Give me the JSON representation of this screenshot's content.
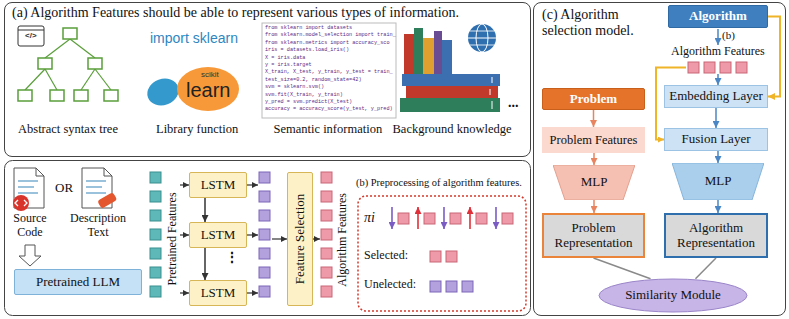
{
  "diagram": {
    "nodes": [
      {
        "text": [
          "(a) Algorithm Features should be able to represent various types of information."
        ]
      },
      {
        "text": [
          "Pretrained LLM"
        ]
      },
      {
        "text": [
          "LSTM"
        ]
      },
      {
        "text": [
          "LSTM"
        ]
      },
      {
        "text": [
          "LSTM"
        ]
      },
      {
        "text": [
          "Feature Selection"
        ]
      },
      {
        "text": [
          "(b) Preprocessing of algorithm features."
        ]
      },
      {
        "text": [
          "(c) Algorithm selection model."
        ]
      },
      {
        "text": [
          "Problem"
        ],
        "in": 7
      },
      {
        "text": [
          "Problem Features"
        ],
        "in": 7
      },
      {
        "text": [
          "MLP"
        ],
        "in": 7
      },
      {
        "text": [
          "Problem Representation"
        ],
        "in": 7
      },
      {
        "text": [
          "Algorithm"
        ],
        "in": 7
      },
      {
        "text": [
          "Embedding Layer"
        ],
        "in": 7
      },
      {
        "text": [
          "Fusion Layer"
        ],
        "in": 7
      },
      {
        "text": [
          "MLP"
        ],
        "in": 7
      },
      {
        "text": [
          "Algorithm Representation"
        ],
        "in": 7
      },
      {
        "text": [
          "Similarity Module"
        ],
        "in": 7
      }
    ],
    "edges": [
      {
        "from": 2,
        "to": 3,
        "arrow": "to"
      },
      {
        "from": 3,
        "to": 4,
        "arrow": "to"
      },
      {
        "from": 8,
        "to": 9,
        "arrow": "to"
      },
      {
        "from": 9,
        "to": 10,
        "arrow": "to"
      },
      {
        "from": 10,
        "to": 11,
        "arrow": "to"
      },
      {
        "from": 11,
        "to": 17,
        "arrow": "none"
      },
      {
        "from": 12,
        "to": 13,
        "arrow": "to"
      },
      {
        "from": 13,
        "to": 14,
        "arrow": "to"
      },
      {
        "from": 14,
        "to": 15,
        "arrow": "to"
      },
      {
        "from": 15,
        "to": 16,
        "arrow": "to"
      },
      {
        "from": 16,
        "to": 17,
        "arrow": "none"
      }
    ],
    "labels": [
      "</>",
      "Abstract syntax tree",
      "import sklearn",
      "scikit",
      "learn",
      "Library function",
      "from sklearn import datasets",
      "from sklearn.model_selection import train_",
      "from sklearn.metrics import accuracy_sco",
      "iris = datasets.load_iris()",
      "X = iris.data",
      "y = iris.target",
      "X_train, X_test, y_train, y_test = train_",
      "test_size=0.2, random_state=42)",
      "svm = sklearn.svm()",
      "svm.fit(X_train, y_train)",
      "y_pred = svm.predict(X_test)",
      "accuracy = accuracy_score(y_test, y_pred)",
      "Semantic information",
      "Background knowledge",
      "...",
      "Source Code",
      "OR",
      "Description Text",
      "Pretrained Features",
      "⋮",
      "Algorithm Features",
      "πi",
      "Selected:",
      "Unelected:",
      "(b)",
      "Algorithm Features"
    ]
  }
}
